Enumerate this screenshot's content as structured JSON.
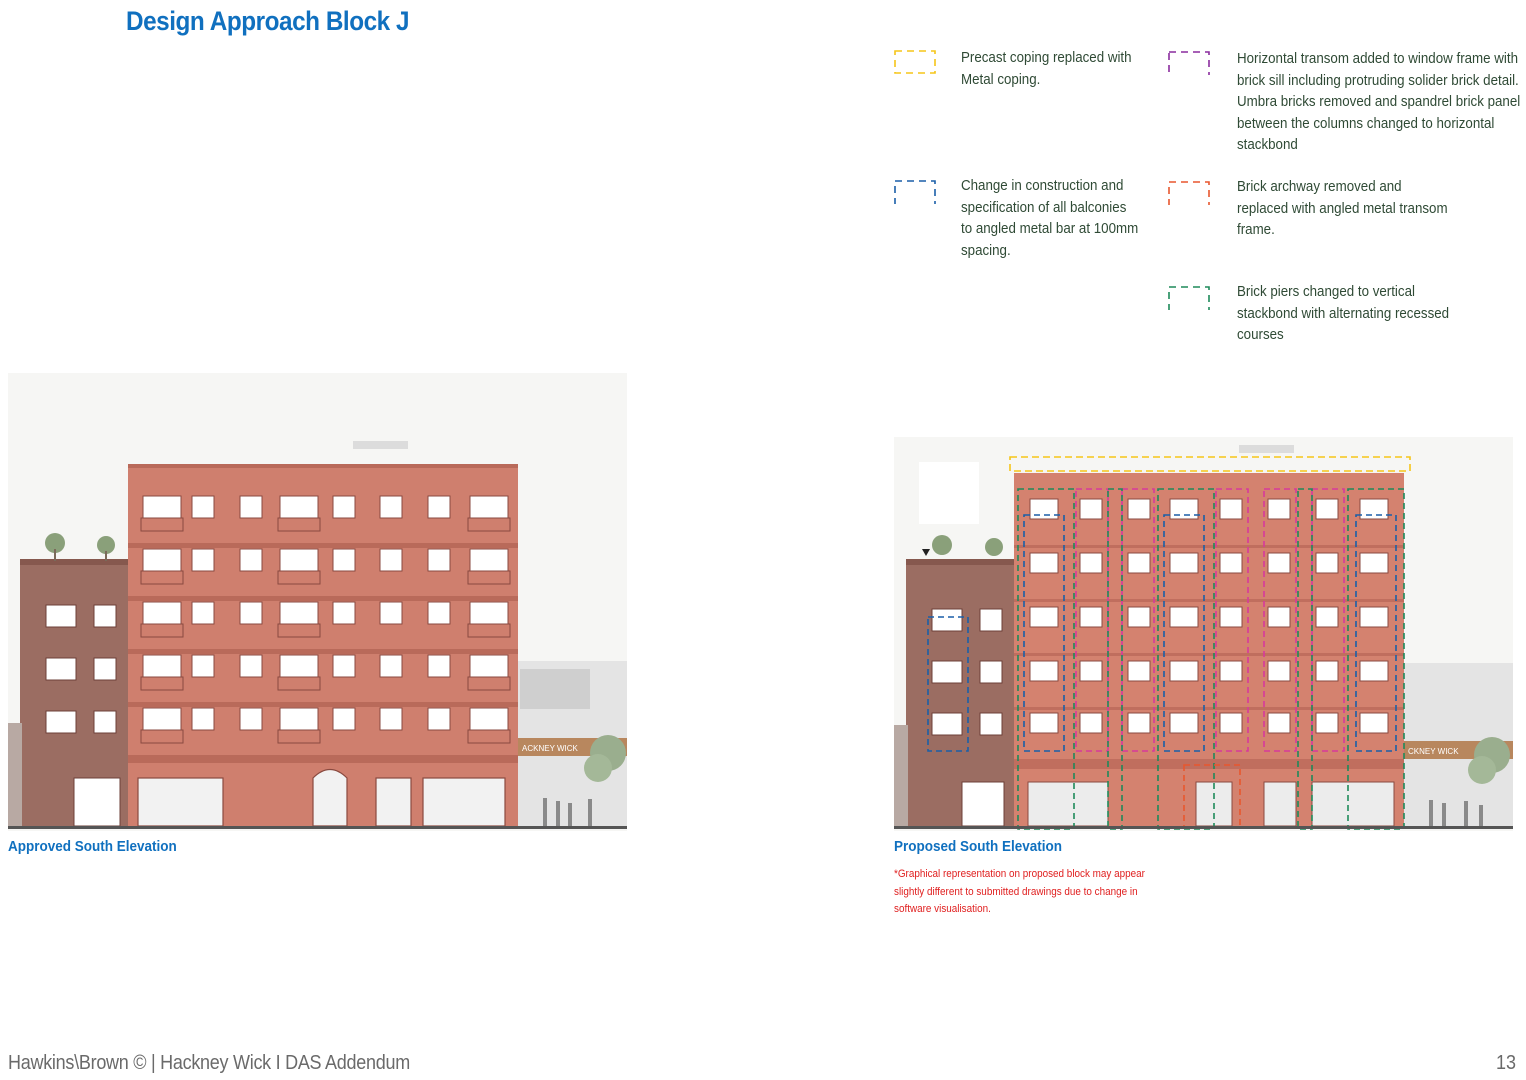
{
  "page": {
    "title": "Design Approach Block J",
    "footer": "Hawkins\\Brown © | Hackney Wick I DAS Addendum",
    "page_number": "13"
  },
  "legend": [
    {
      "color": "#f5c518",
      "lines": [
        "Precast coping replaced with",
        "Metal coping."
      ]
    },
    {
      "color": "#8a2c9e",
      "lines": [
        "Horizontal transom added to window frame with",
        "brick sill including protruding solider brick detail.",
        "Umbra bricks removed and spandrel brick panel",
        "between the columns changed to horizontal",
        "stackbond"
      ]
    },
    {
      "color": "#1a5fa8",
      "lines": [
        "Change in construction and",
        "specification of all balconies",
        "to angled metal bar at 100mm",
        "spacing."
      ]
    },
    {
      "color": "#e8572e",
      "lines": [
        "Brick archway removed and",
        "replaced with angled metal transom",
        "frame."
      ]
    },
    {
      "color": "#1e8a5a",
      "lines": [
        "Brick piers changed to vertical",
        "stackbond with alternating recessed",
        "courses"
      ]
    }
  ],
  "elevations": {
    "approved": {
      "caption": "Approved South Elevation",
      "signage": "ACKNEY WICK"
    },
    "proposed": {
      "caption": "Proposed South Elevation",
      "signage": "CKNEY WICK"
    }
  },
  "note": {
    "lines": [
      "*Graphical representation on proposed  block may appear",
      "slightly different to submitted drawings due to change in",
      "software visualisation."
    ]
  },
  "colors": {
    "brand_blue": "#1070bf",
    "legend_text": "#2f4a35",
    "note_red": "#e02020",
    "brick": "#cf7f6e",
    "brick_dark": "#9e5b4d",
    "sky": "#f6f6f4"
  }
}
